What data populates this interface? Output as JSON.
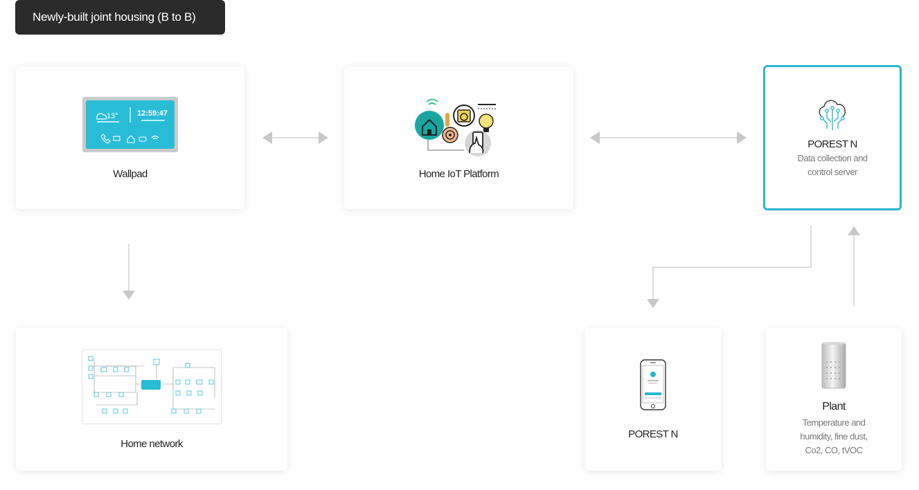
{
  "header": {
    "label": "Newly-built joint housing (B to B)"
  },
  "nodes": {
    "wallpad": {
      "title": "Wallpad",
      "screen_temp": "13°",
      "screen_time": "12:59:47",
      "screen_icons": [
        "phone-icon",
        "cctv-icon",
        "home-icon",
        "car-icon",
        "wifi-icon"
      ]
    },
    "platform": {
      "title": "Home IoT Platform"
    },
    "server": {
      "title": "POREST N",
      "subtitle_line1": "Data collection and",
      "subtitle_line2": "control server"
    },
    "homenet": {
      "title": "Home network"
    },
    "app": {
      "title": "POREST N"
    },
    "plant": {
      "title": "Plant",
      "subtitle_line1": "Temperature and",
      "subtitle_line2": "humidity, fine dust,",
      "subtitle_line3": "Co2, CO, tVOC"
    }
  },
  "colors": {
    "accent": "#27b6cf",
    "tag_bg": "#2b2b2b",
    "arrow": "#c8c8c8"
  }
}
